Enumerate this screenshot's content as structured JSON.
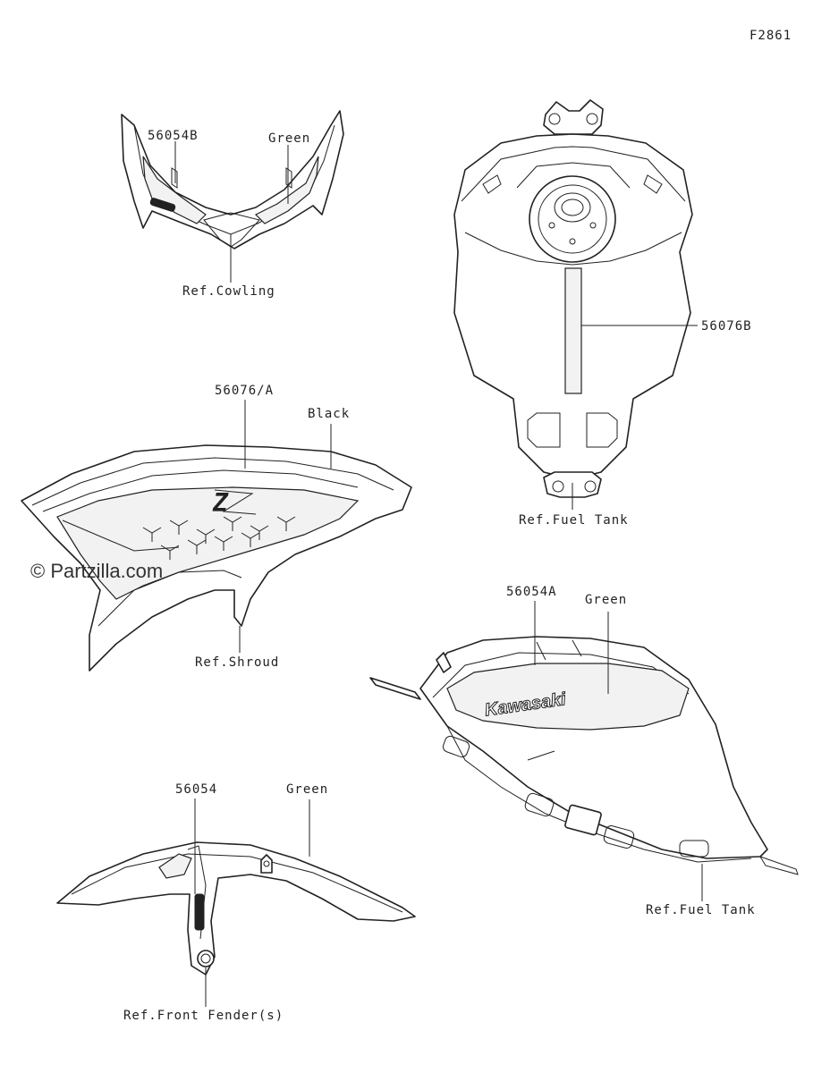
{
  "figure_code": "F2861",
  "watermark": "© Partzilla.com",
  "brand_text": "Kawasaki",
  "z_logo": "Z",
  "labels": {
    "part_56054B": "56054B",
    "green_cowl": "Green",
    "ref_cowling": "Ref.Cowling",
    "part_56076B": "56076B",
    "ref_fuel_tank_top": "Ref.Fuel Tank",
    "part_56076A": "56076/A",
    "black": "Black",
    "ref_shroud": "Ref.Shroud",
    "part_56054A": "56054A",
    "green_tank": "Green",
    "ref_fuel_tank_side": "Ref.Fuel Tank",
    "part_56054": "56054",
    "green_fender": "Green",
    "ref_front_fender": "Ref.Front Fender(s)"
  }
}
